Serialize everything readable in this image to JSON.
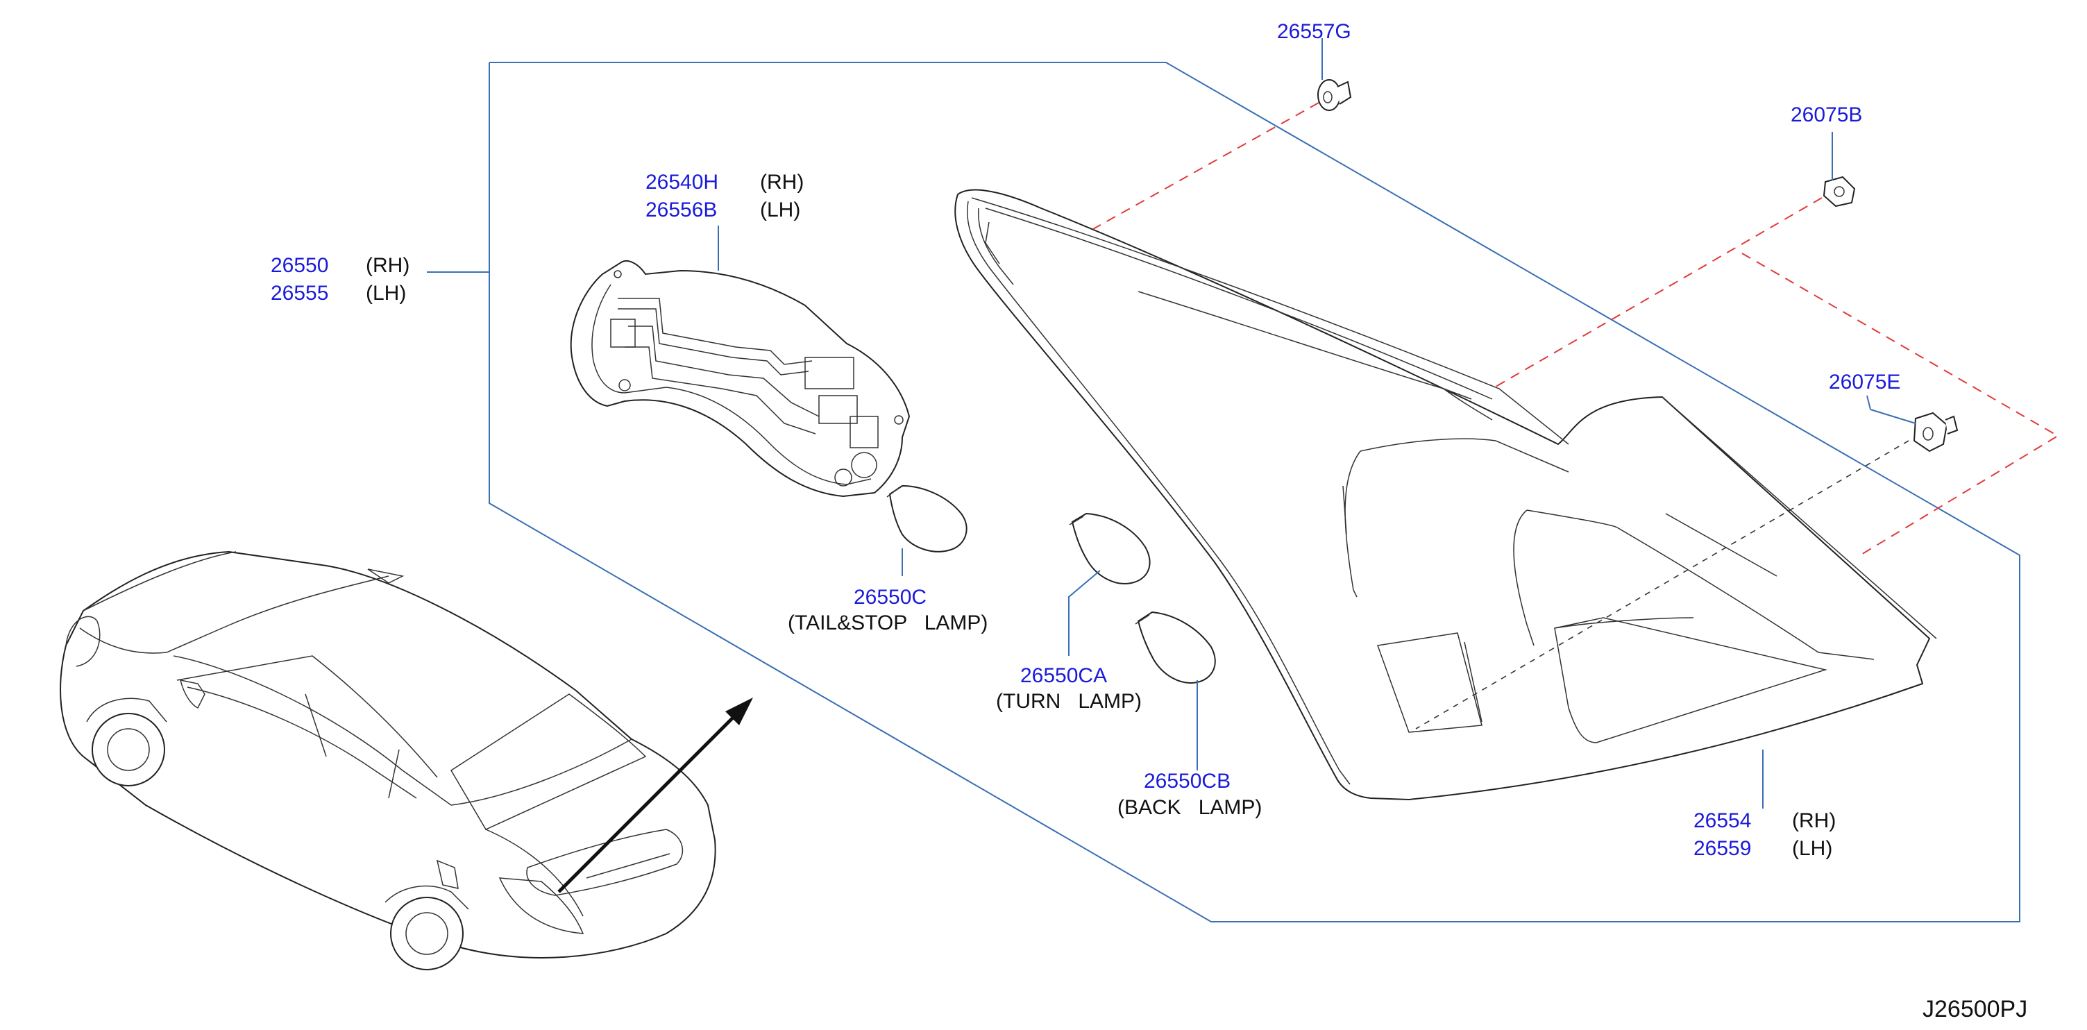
{
  "diagram_code": "J26500PJ",
  "parts": {
    "p26557g": "26557G",
    "p26075b": "26075B",
    "p26075e": "26075E",
    "p26540h": "26540H",
    "p26540h_side": "(RH)",
    "p26556b": "26556B",
    "p26556b_side": "(LH)",
    "p26550": "26550",
    "p26550_side": "(RH)",
    "p26555": "26555",
    "p26555_side": "(LH)",
    "p26550c": "26550C",
    "p26550c_desc": "(TAIL&STOP   LAMP)",
    "p26550ca": "26550CA",
    "p26550ca_desc": "(TURN   LAMP)",
    "p26550cb": "26550CB",
    "p26550cb_desc": "(BACK   LAMP)",
    "p26554": "26554",
    "p26554_side": "(RH)",
    "p26559": "26559",
    "p26559_side": "(LH)"
  },
  "colors": {
    "part_number": "#1a1adb",
    "leader_line": "#3a6fb5",
    "assembly_dash": "#e23a3a",
    "outline": "#222222"
  }
}
